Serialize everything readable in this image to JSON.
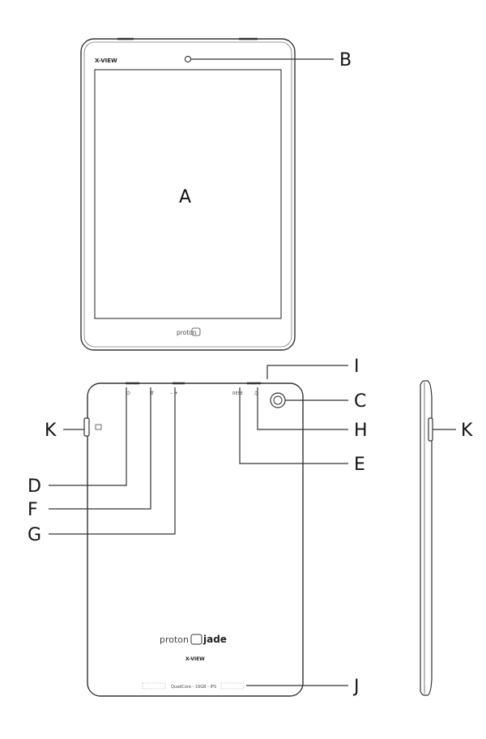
{
  "callouts": {
    "A": "A",
    "B": "B",
    "C": "C",
    "D": "D",
    "E": "E",
    "F": "F",
    "G": "G",
    "H": "H",
    "I": "I",
    "J": "J",
    "K_left": "K",
    "K_right": "K"
  },
  "front": {
    "brand": "X-VIEW",
    "bottom_logo": "proton"
  },
  "back": {
    "reset_label": "RESE",
    "logo_proton": "proton",
    "logo_jade": "jade",
    "brand": "X-VIEW",
    "spec_text": "QuadCore - 16GB - IPS"
  }
}
